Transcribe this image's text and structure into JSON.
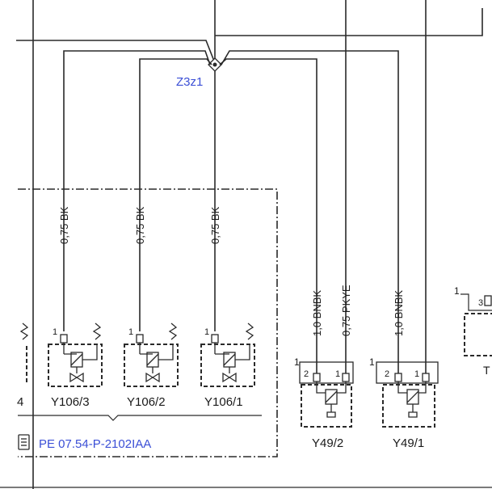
{
  "junction": {
    "label": "Z3z1"
  },
  "wires": [
    {
      "id": "w1",
      "spec": "0,75 BK"
    },
    {
      "id": "w2",
      "spec": "0,75 BK"
    },
    {
      "id": "w3",
      "spec": "0,75 BK"
    },
    {
      "id": "w4",
      "spec": "1,0 BNBK"
    },
    {
      "id": "w5",
      "spec": "0,75 PKYE"
    },
    {
      "id": "w6",
      "spec": "1,0 BNBK"
    }
  ],
  "components": {
    "y106_3": "Y106/3",
    "y106_2": "Y106/2",
    "y106_1": "Y106/1",
    "y49_2": "Y49/2",
    "y49_1": "Y49/1",
    "partial_left": "4",
    "partial_right": "T"
  },
  "pins": {
    "p1": "1",
    "p2": "2",
    "p3": "3"
  },
  "reference": {
    "label": "PE 07.54-P-2102IAA"
  },
  "colors": {
    "label_blue": "#3b4fd6",
    "line": "#2a2a2a"
  }
}
